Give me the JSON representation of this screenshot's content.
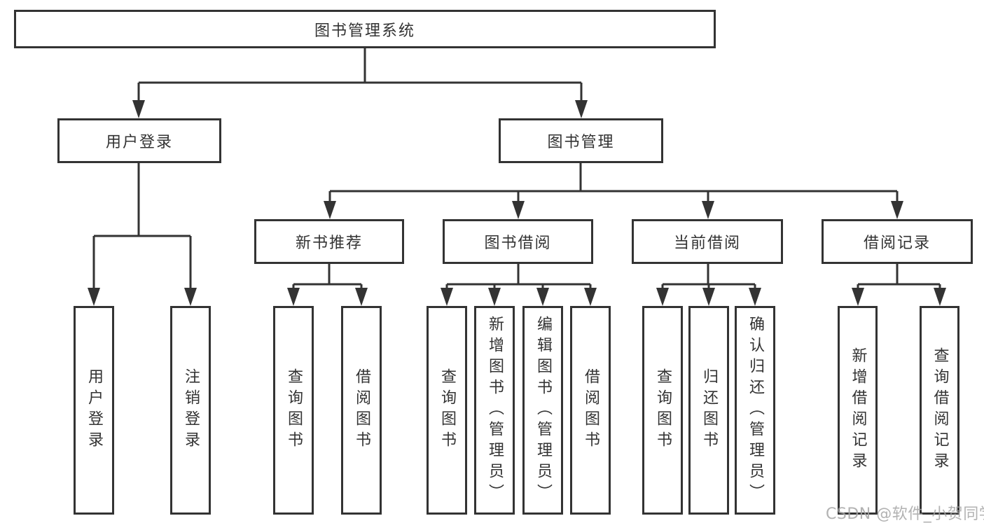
{
  "diagram": {
    "type": "hierarchy",
    "root": {
      "label": "图书管理系统"
    },
    "level2": [
      {
        "label": "用户登录",
        "children": [
          {
            "label": "用户登录"
          },
          {
            "label": "注销登录"
          }
        ]
      },
      {
        "label": "图书管理",
        "children": [
          {
            "label": "新书推荐",
            "children": [
              {
                "label": "查询图书"
              },
              {
                "label": "借阅图书"
              }
            ]
          },
          {
            "label": "图书借阅",
            "children": [
              {
                "label": "查询图书"
              },
              {
                "label": "新增图书（管理员）"
              },
              {
                "label": "编辑图书（管理员）"
              },
              {
                "label": "借阅图书"
              }
            ]
          },
          {
            "label": "当前借阅",
            "children": [
              {
                "label": "查询图书"
              },
              {
                "label": "归还图书"
              },
              {
                "label": "确认归还（管理员）"
              }
            ]
          },
          {
            "label": "借阅记录",
            "children": [
              {
                "label": "新增借阅记录"
              },
              {
                "label": "查询借阅记录"
              }
            ]
          }
        ]
      }
    ],
    "watermark": {
      "text": "CSDN @软件_小贺同学"
    },
    "colors": {
      "line": "#333333",
      "box_border": "#333333",
      "box_fill": "#ffffff",
      "text": "#333333",
      "watermark_text": "#a4a4a4",
      "background": "#ffffff"
    }
  }
}
